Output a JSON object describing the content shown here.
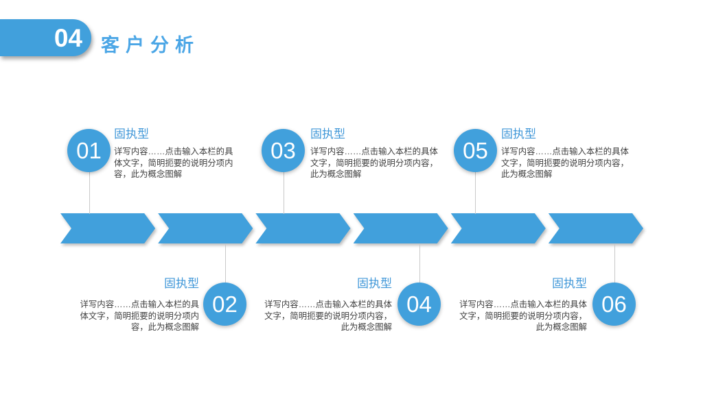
{
  "header": {
    "number": "04",
    "title": "客户分析"
  },
  "timeline": {
    "items": [
      {
        "number": "01",
        "title": "固执型",
        "position": "top",
        "desc": [
          "详写内容……点击输入本栏的具",
          "体文字，简明扼要的说明分项内",
          "容，此为概念图解"
        ]
      },
      {
        "number": "02",
        "title": "固执型",
        "position": "bottom",
        "desc": [
          "详写内容……点击输入本栏的具",
          "体文字，简明扼要的说明分项内",
          "容，此为概念图解"
        ]
      },
      {
        "number": "03",
        "title": "固执型",
        "position": "top",
        "desc": [
          "详写内容……点击输入本栏的具体",
          "文字，简明扼要的说明分项内容，",
          "此为概念图解"
        ]
      },
      {
        "number": "04",
        "title": "固执型",
        "position": "bottom",
        "desc": [
          "详写内容……点击输入本栏的具体",
          "文字，简明扼要的说明分项内容，",
          "此为概念图解"
        ]
      },
      {
        "number": "05",
        "title": "固执型",
        "position": "top",
        "desc": [
          "详写内容……点击输入本栏的具体",
          "文字，简明扼要的说明分项内容，",
          "此为概念图解"
        ]
      },
      {
        "number": "06",
        "title": "固执型",
        "position": "bottom",
        "desc": [
          "详写内容……点击输入本栏的具体",
          "文字，简明扼要的说明分项内容，",
          "此为概念图解"
        ]
      }
    ]
  },
  "colors": {
    "accent": "#41a0dc",
    "header_title": "#4ba6e6",
    "item_title": "#4097d8",
    "body": "#3f3f3f",
    "connector": "#c9c9c9"
  }
}
